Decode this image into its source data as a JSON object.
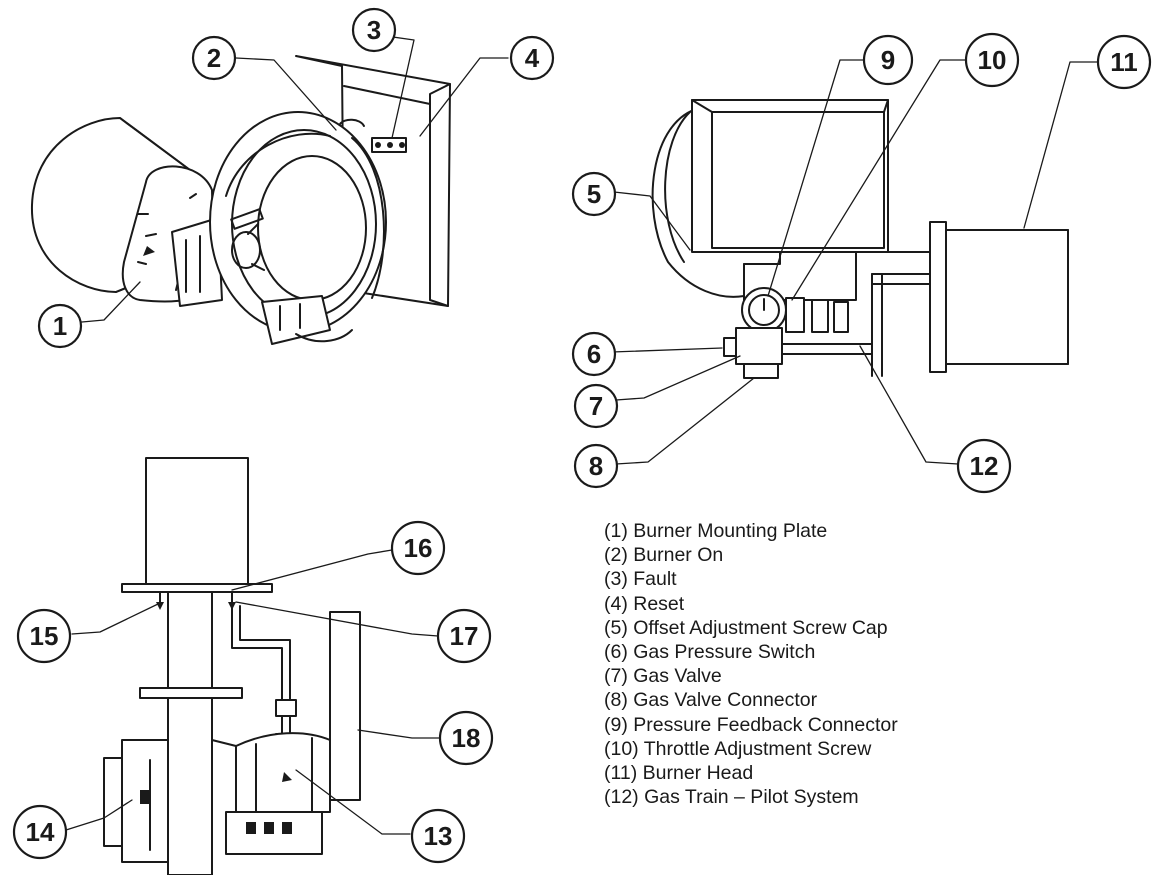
{
  "diagram": {
    "callouts": [
      "1",
      "2",
      "3",
      "4",
      "5",
      "6",
      "7",
      "8",
      "9",
      "10",
      "11",
      "12",
      "13",
      "14",
      "15",
      "16",
      "17",
      "18"
    ]
  },
  "legend": {
    "items": [
      "(1) Burner Mounting Plate",
      "(2) Burner On",
      "(3) Fault",
      "(4) Reset",
      "(5) Offset Adjustment Screw Cap",
      "(6) Gas Pressure Switch",
      "(7) Gas Valve",
      "(8) Gas Valve Connector",
      "(9) Pressure Feedback Connector",
      "(10) Throttle Adjustment Screw",
      "(11) Burner Head",
      "(12) Gas Train – Pilot System"
    ]
  },
  "colors": {
    "line": "#1a1a1a",
    "background": "#ffffff"
  }
}
